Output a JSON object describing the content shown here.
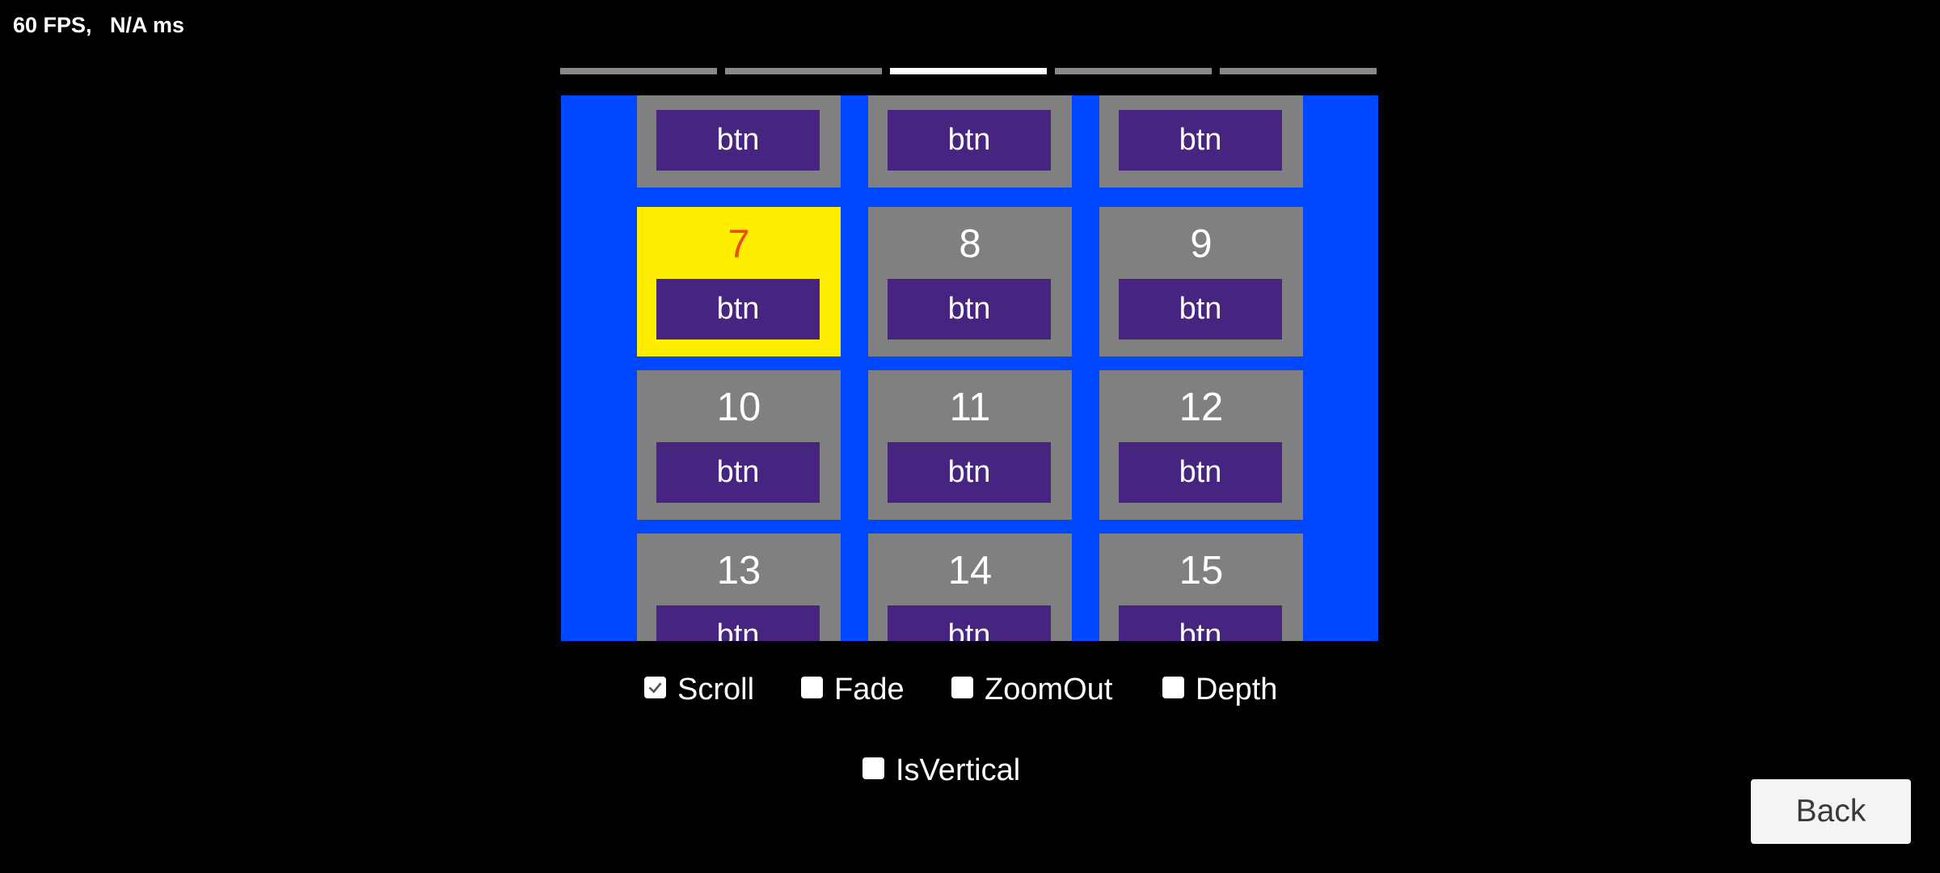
{
  "status": {
    "fps_text": "60 FPS,   N/A ms"
  },
  "pager": {
    "page_count": 5,
    "active_page_index": 2,
    "partial_top_row": [
      {
        "button_label": "btn"
      },
      {
        "button_label": "btn"
      },
      {
        "button_label": "btn"
      }
    ],
    "cells": [
      {
        "number": "7",
        "button_label": "btn",
        "selected": true
      },
      {
        "number": "8",
        "button_label": "btn",
        "selected": false
      },
      {
        "number": "9",
        "button_label": "btn",
        "selected": false
      },
      {
        "number": "10",
        "button_label": "btn",
        "selected": false
      },
      {
        "number": "11",
        "button_label": "btn",
        "selected": false
      },
      {
        "number": "12",
        "button_label": "btn",
        "selected": false
      },
      {
        "number": "13",
        "button_label": "btn",
        "selected": false
      },
      {
        "number": "14",
        "button_label": "btn",
        "selected": false
      },
      {
        "number": "15",
        "button_label": "btn",
        "selected": false
      }
    ]
  },
  "options": {
    "scroll": {
      "label": "Scroll",
      "checked": true
    },
    "fade": {
      "label": "Fade",
      "checked": false
    },
    "zoomout": {
      "label": "ZoomOut",
      "checked": false
    },
    "depth": {
      "label": "Depth",
      "checked": false
    },
    "isvertical": {
      "label": "IsVertical",
      "checked": false
    }
  },
  "back_button": {
    "label": "Back"
  },
  "colors": {
    "background": "#000000",
    "pager_background": "#0048ff",
    "cell_background": "#808080",
    "selected_cell_background": "#ffee00",
    "selected_number_color": "#f04a17",
    "button_background": "#47247f",
    "indicator_inactive": "#888888",
    "indicator_active": "#ffffff"
  }
}
